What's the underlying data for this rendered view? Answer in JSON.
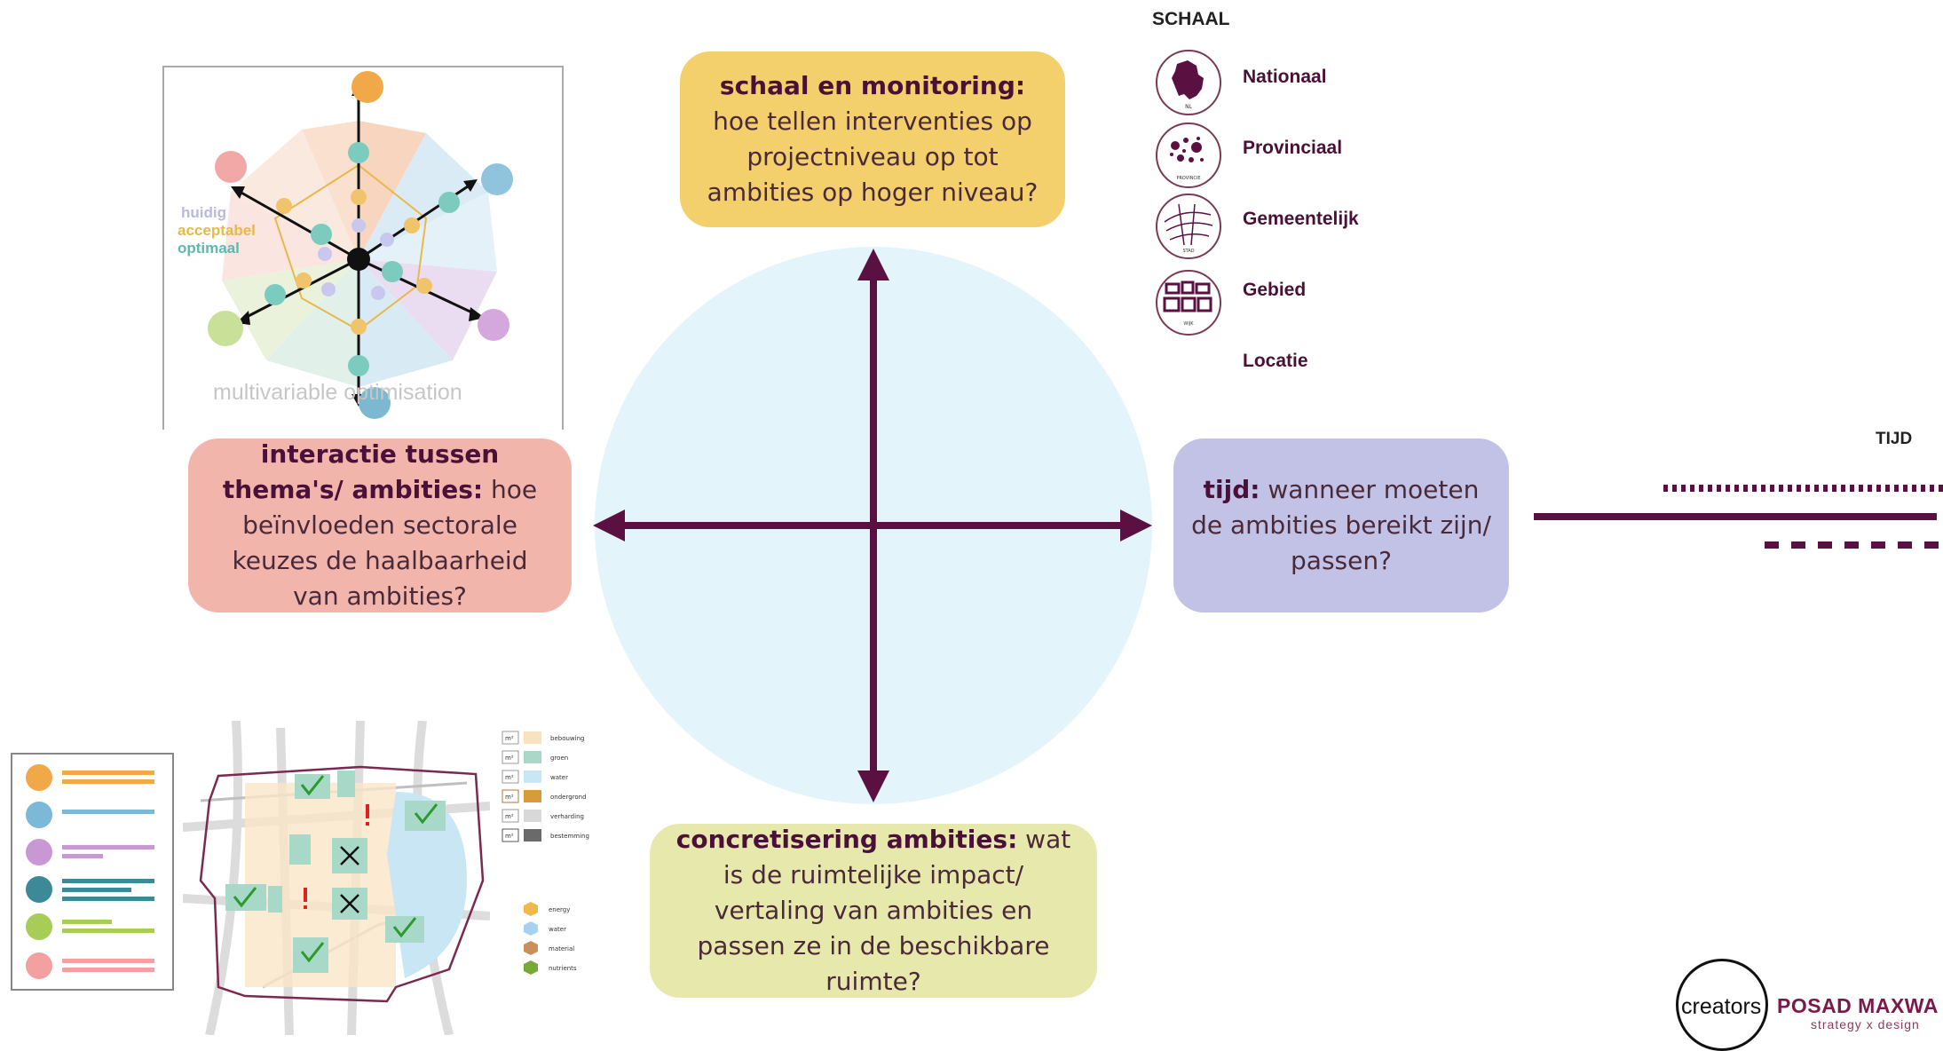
{
  "questions": {
    "top": {
      "bold": "schaal en monitoring:",
      "text": " hoe tellen interventies op projectniveau op tot ambities op hoger niveau?"
    },
    "left": {
      "bold": "interactie tussen thema's/ ambities:",
      "text": " hoe beïnvloeden sectorale keuzes de haalbaarheid van ambities?"
    },
    "right": {
      "bold": "tijd:",
      "text": " wanneer moeten de ambities bereikt zijn/ passen?"
    },
    "bottom": {
      "bold": "concretisering ambities:",
      "text": " wat is de ruimtelijke impact/ vertaling van ambities en passen ze in de beschikbare ruimte?"
    }
  },
  "scale": {
    "title": "SCHAAL",
    "items": [
      {
        "label": "Nationaal",
        "icon": "netherlands-map-icon",
        "badge": "NL"
      },
      {
        "label": "Provinciaal",
        "icon": "province-map-icon",
        "badge": "PROVINCIE"
      },
      {
        "label": "Gemeentelijk",
        "icon": "city-map-icon",
        "badge": "STAD"
      },
      {
        "label": "Gebied",
        "icon": "district-map-icon",
        "badge": "WIJK"
      },
      {
        "label": "Locatie",
        "icon": "",
        "badge": ""
      }
    ]
  },
  "time": {
    "title": "TIJD"
  },
  "multivariable": {
    "legend": [
      {
        "label": "huidig",
        "color": "#b8b8e0"
      },
      {
        "label": "acceptabel",
        "color": "#e8b84a"
      },
      {
        "label": "optimaal",
        "color": "#5cb8b0"
      }
    ],
    "caption": "multivariable optimisation"
  },
  "map_legend": {
    "area_unit": "m²",
    "areas": [
      {
        "label": "bebouwing",
        "color": "#f8e2c0"
      },
      {
        "label": "groen",
        "color": "#a8d8c8"
      },
      {
        "label": "water",
        "color": "#c8e6f4"
      },
      {
        "label": "ondergrond",
        "color": "#d89a3a"
      },
      {
        "label": "verharding",
        "color": "#d8d8d8"
      },
      {
        "label": "bestemming",
        "color": "#6a6a6a"
      }
    ],
    "flows": [
      {
        "label": "energy",
        "color": "#f0b84a"
      },
      {
        "label": "water",
        "color": "#a8d0f0"
      },
      {
        "label": "material",
        "color": "#c8905a"
      },
      {
        "label": "nutrients",
        "color": "#78a838"
      }
    ]
  },
  "logo": {
    "creators": "creators",
    "brand": "POSAD MAXWA",
    "sub": "strategy x design"
  },
  "colors": {
    "accent": "#5a1040",
    "center_circle": "#e3f4fb"
  }
}
